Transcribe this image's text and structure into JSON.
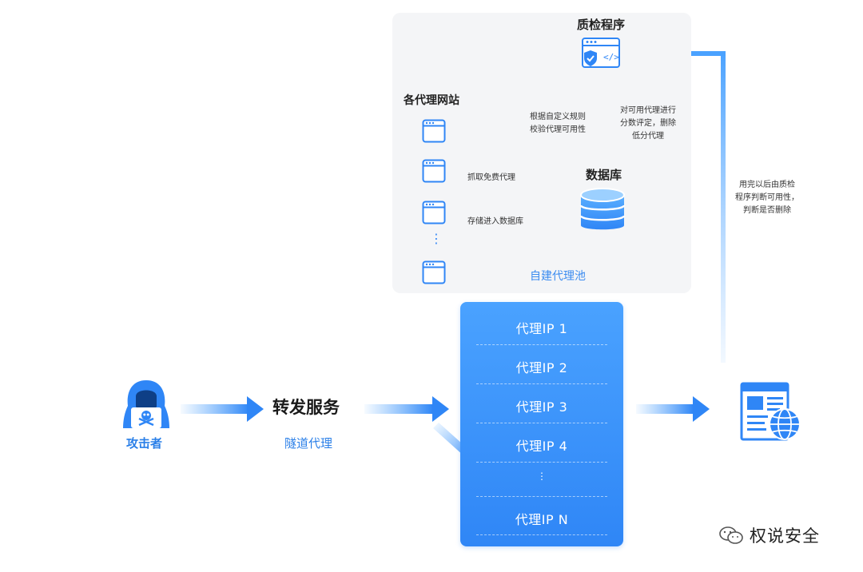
{
  "self_built_pool": {
    "title": "自建代理池",
    "qc_program": {
      "label": "质检程序"
    },
    "proxy_sites": {
      "label": "各代理网站",
      "ellipsis": "⋮"
    },
    "database": {
      "label": "数据库"
    },
    "qc_rule_note": "根据自定义规则\n校验代理可用性",
    "qc_score_note": "对可用代理进行\n分数评定，删除\n低分代理",
    "grab_note": "抓取免费代理",
    "store_note": "存储进入数据库"
  },
  "after_use_note": "用完以后由质检\n程序判断可用性，\n判断是否删除",
  "attacker": {
    "label": "攻击者"
  },
  "forward_service": {
    "label": "转发服务",
    "sublabel": "隧道代理"
  },
  "proxy_list": {
    "items": [
      "代理IP  1",
      "代理IP  2",
      "代理IP  3",
      "代理IP  4",
      "代理IP  N"
    ],
    "ellipsis": "⋮"
  },
  "target_site": {
    "icon": "web-page-globe-icon"
  },
  "watermark": {
    "text": "权说安全",
    "icon": "wechat-icon"
  },
  "colors": {
    "primary_blue": "#2f86f6",
    "light_blue": "#4aa2ff",
    "panel_gray": "#f4f5f7",
    "label_blue": "#2a7fe8"
  }
}
